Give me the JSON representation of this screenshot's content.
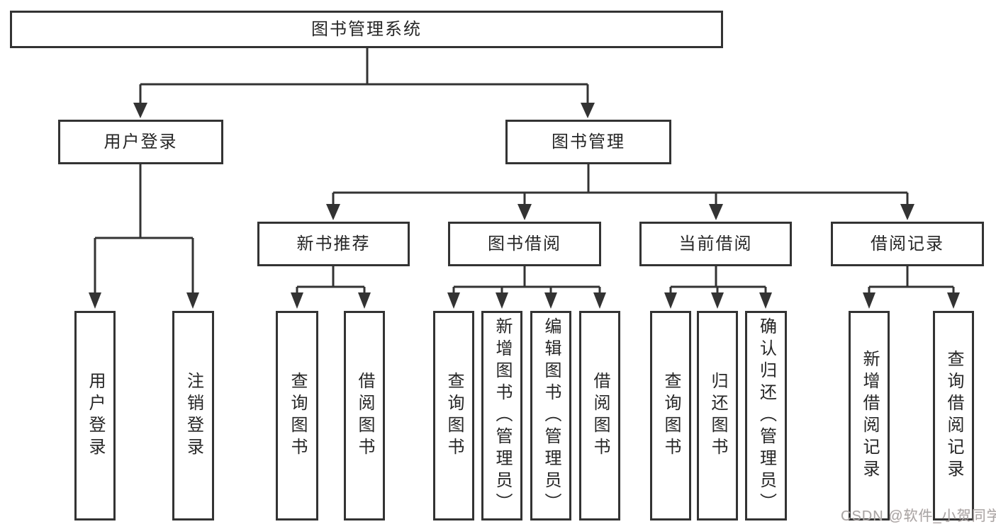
{
  "root": {
    "label": "图书管理系统"
  },
  "branches": [
    {
      "label": "用户登录",
      "children": [
        {
          "label": "用户登录"
        },
        {
          "label": "注销登录"
        }
      ]
    },
    {
      "label": "图书管理",
      "children": [
        {
          "label": "新书推荐",
          "children": [
            {
              "label": "查询图书"
            },
            {
              "label": "借阅图书"
            }
          ]
        },
        {
          "label": "图书借阅",
          "children": [
            {
              "label": "查询图书"
            },
            {
              "label": "新增图书（管理员）"
            },
            {
              "label": "编辑图书（管理员）"
            },
            {
              "label": "借阅图书"
            }
          ]
        },
        {
          "label": "当前借阅",
          "children": [
            {
              "label": "查询图书"
            },
            {
              "label": "归还图书"
            },
            {
              "label": "确认归还（管理员）"
            }
          ]
        },
        {
          "label": "借阅记录",
          "children": [
            {
              "label": "新增借阅记录"
            },
            {
              "label": "查询借阅记录"
            }
          ]
        }
      ]
    }
  ],
  "watermark": {
    "text": "CSDN @软件_小贺同学"
  },
  "colors": {
    "line": "#333333",
    "box_border": "#333333",
    "text": "#262626",
    "watermark": "#a6a6a6",
    "background": "#ffffff"
  }
}
